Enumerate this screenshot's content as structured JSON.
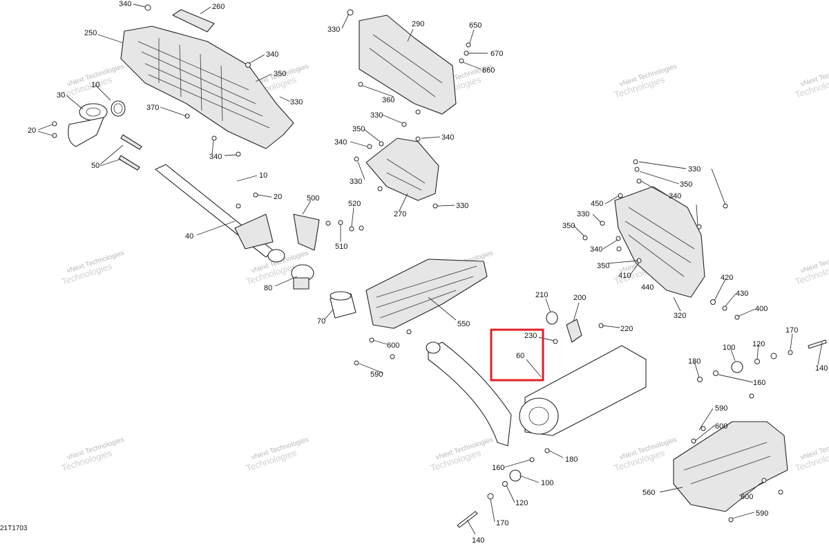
{
  "diagram_code": "21T1703",
  "watermark": {
    "line1": "vNext Technologies",
    "line2": "Technologies"
  },
  "highlight_color": "#e01f26",
  "callouts": [
    {
      "id": "c340a",
      "text": "340"
    },
    {
      "id": "c260",
      "text": "260"
    },
    {
      "id": "c250",
      "text": "250"
    },
    {
      "id": "c340b",
      "text": "340"
    },
    {
      "id": "c350a",
      "text": "350"
    },
    {
      "id": "c330a",
      "text": "330"
    },
    {
      "id": "c10a",
      "text": "10"
    },
    {
      "id": "c30",
      "text": "30"
    },
    {
      "id": "c370",
      "text": "370"
    },
    {
      "id": "c20a",
      "text": "20"
    },
    {
      "id": "c340c",
      "text": "340"
    },
    {
      "id": "c50",
      "text": "50"
    },
    {
      "id": "c10b",
      "text": "10"
    },
    {
      "id": "c20b",
      "text": "20"
    },
    {
      "id": "c500",
      "text": "500"
    },
    {
      "id": "c40",
      "text": "40"
    },
    {
      "id": "c80",
      "text": "80"
    },
    {
      "id": "c70",
      "text": "70"
    },
    {
      "id": "c330b",
      "text": "330"
    },
    {
      "id": "c290",
      "text": "290"
    },
    {
      "id": "c650",
      "text": "650"
    },
    {
      "id": "c670",
      "text": "670"
    },
    {
      "id": "c660",
      "text": "660"
    },
    {
      "id": "c360",
      "text": "360"
    },
    {
      "id": "c330c",
      "text": "330"
    },
    {
      "id": "c350b",
      "text": "350"
    },
    {
      "id": "c340d",
      "text": "340"
    },
    {
      "id": "c340e",
      "text": "340"
    },
    {
      "id": "c330d",
      "text": "330"
    },
    {
      "id": "c270",
      "text": "270"
    },
    {
      "id": "c330e",
      "text": "330"
    },
    {
      "id": "c520",
      "text": "520"
    },
    {
      "id": "c510",
      "text": "510"
    },
    {
      "id": "c550",
      "text": "550"
    },
    {
      "id": "c600a",
      "text": "600"
    },
    {
      "id": "c590a",
      "text": "590"
    },
    {
      "id": "c210",
      "text": "210"
    },
    {
      "id": "c200",
      "text": "200"
    },
    {
      "id": "c230",
      "text": "230"
    },
    {
      "id": "c220",
      "text": "220"
    },
    {
      "id": "c60",
      "text": "60"
    },
    {
      "id": "c180a",
      "text": "180"
    },
    {
      "id": "c160a",
      "text": "160"
    },
    {
      "id": "c100a",
      "text": "100"
    },
    {
      "id": "c120a",
      "text": "120"
    },
    {
      "id": "c170a",
      "text": "170"
    },
    {
      "id": "c140a",
      "text": "140"
    },
    {
      "id": "c330f",
      "text": "330"
    },
    {
      "id": "c350c",
      "text": "350"
    },
    {
      "id": "c340f",
      "text": "340"
    },
    {
      "id": "c450",
      "text": "450"
    },
    {
      "id": "c330g",
      "text": "330"
    },
    {
      "id": "c350d",
      "text": "350"
    },
    {
      "id": "c340g",
      "text": "340"
    },
    {
      "id": "c350e",
      "text": "350"
    },
    {
      "id": "c410",
      "text": "410"
    },
    {
      "id": "c440",
      "text": "440"
    },
    {
      "id": "c420",
      "text": "420"
    },
    {
      "id": "c430",
      "text": "430"
    },
    {
      "id": "c400",
      "text": "400"
    },
    {
      "id": "c320",
      "text": "320"
    },
    {
      "id": "c170b",
      "text": "170"
    },
    {
      "id": "c100b",
      "text": "100"
    },
    {
      "id": "c120b",
      "text": "120"
    },
    {
      "id": "c180b",
      "text": "180"
    },
    {
      "id": "c160b",
      "text": "160"
    },
    {
      "id": "c140b",
      "text": "140"
    },
    {
      "id": "c590b",
      "text": "590"
    },
    {
      "id": "c600b",
      "text": "600"
    },
    {
      "id": "c560",
      "text": "560"
    },
    {
      "id": "c600c",
      "text": "600"
    },
    {
      "id": "c590c",
      "text": "590"
    }
  ]
}
